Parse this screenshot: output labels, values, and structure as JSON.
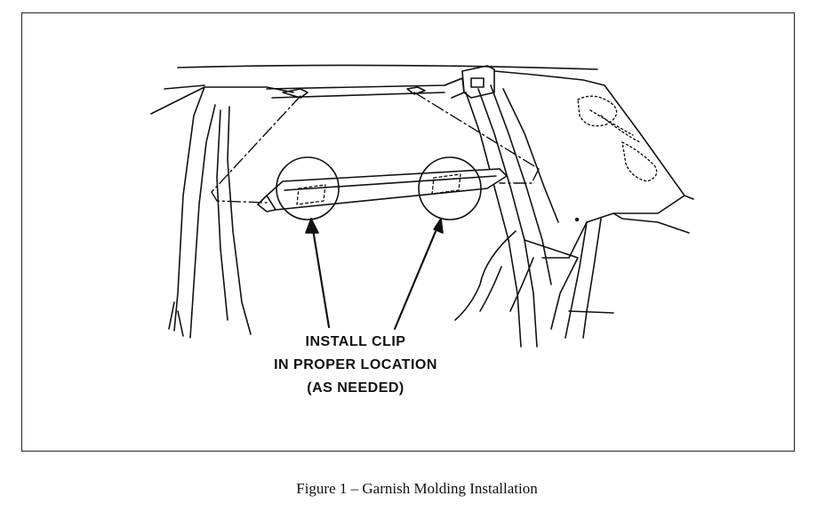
{
  "callout": {
    "line1": "INSTALL CLIP",
    "line2": "IN PROPER LOCATION",
    "line3": "(AS NEEDED)"
  },
  "caption": "Figure 1 – Garnish Molding Installation",
  "colors": {
    "ink": "#111111",
    "background": "#ffffff"
  }
}
